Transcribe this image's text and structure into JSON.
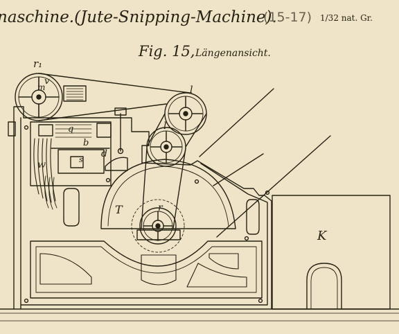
{
  "title": {
    "main": "naschine.(Jute-Snipping-Machine).",
    "range": "(15-17)",
    "scale": "1/32 nat. Gr."
  },
  "figure": {
    "number": "Fig. 15,",
    "view": "Längenansicht."
  },
  "labels": {
    "r1": "r₁",
    "v": "v",
    "m": "m",
    "l_upper": "l",
    "l_lower": "l",
    "q": "q",
    "b": "b",
    "w": "w",
    "s": "s",
    "d": "d",
    "T": "T",
    "r": "r",
    "K": "K"
  },
  "colors": {
    "paper": "#efe4c7",
    "ink": "#262114"
  }
}
